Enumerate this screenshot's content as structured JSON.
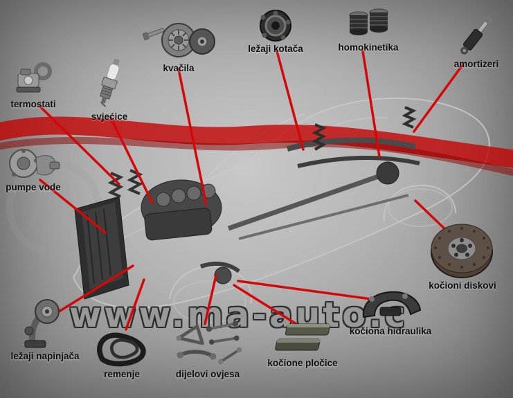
{
  "colors": {
    "background_gray": "#a9a9a9",
    "accent_red": "#c40000",
    "connector_red": "#d40808",
    "label_text": "#0d0d0d",
    "watermark_gray": "#a8a8a8"
  },
  "watermark": {
    "text": "www.ma-auto.c"
  },
  "parts": [
    {
      "id": "termostati",
      "label": "termostati",
      "icon": "thermostat-icon"
    },
    {
      "id": "svjecice",
      "label": "svjećice",
      "icon": "spark-plug-icon"
    },
    {
      "id": "pumpe-vode",
      "label": "pumpe vode",
      "icon": "water-pump-icon"
    },
    {
      "id": "kvacila",
      "label": "kvačila",
      "icon": "clutch-icon"
    },
    {
      "id": "lezaji-kotaca",
      "label": "ležaji kotača",
      "icon": "wheel-bearing-icon"
    },
    {
      "id": "homokinetika",
      "label": "homokinetika",
      "icon": "cv-joint-icon"
    },
    {
      "id": "amortizeri",
      "label": "amortizeri",
      "icon": "shock-absorber-icon"
    },
    {
      "id": "lezaji-napinjaca",
      "label": "ležaji napinjača",
      "icon": "tensioner-bearing-icon"
    },
    {
      "id": "remenje",
      "label": "remenje",
      "icon": "belt-icon"
    },
    {
      "id": "dijelovi-ovjesa",
      "label": "dijelovi ovjesa",
      "icon": "suspension-parts-icon"
    },
    {
      "id": "kocione-plocice",
      "label": "kočione pločice",
      "icon": "brake-pads-icon"
    },
    {
      "id": "kociona-hidraulika",
      "label": "kočiona hidraulika",
      "icon": "brake-caliper-icon"
    },
    {
      "id": "kocioni-diskovi",
      "label": "kočioni diskovi",
      "icon": "brake-disc-icon"
    }
  ]
}
